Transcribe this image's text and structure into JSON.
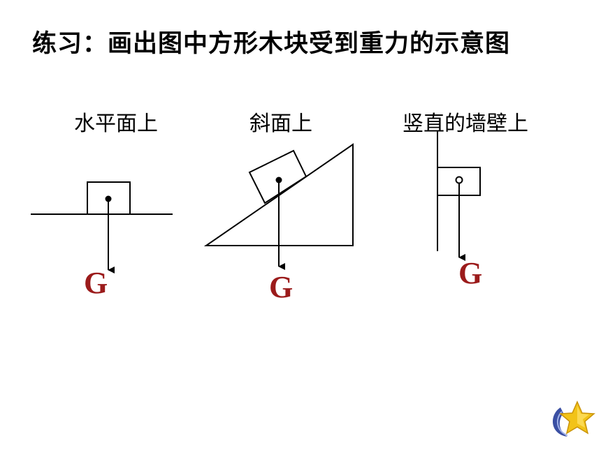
{
  "title": "练习：画出图中方形木块受到重力的示意图",
  "scenarios": [
    {
      "caption": "水平面上",
      "force_label": "G"
    },
    {
      "caption": "斜面上",
      "force_label": "G"
    },
    {
      "caption": "竖直的墙壁上",
      "force_label": "G"
    }
  ],
  "colors": {
    "force_label": "#9b1b1b",
    "logo_star": "#f2c318",
    "logo_swoosh": "#3a4fa3"
  },
  "logo_icon": "star-swoosh-icon"
}
